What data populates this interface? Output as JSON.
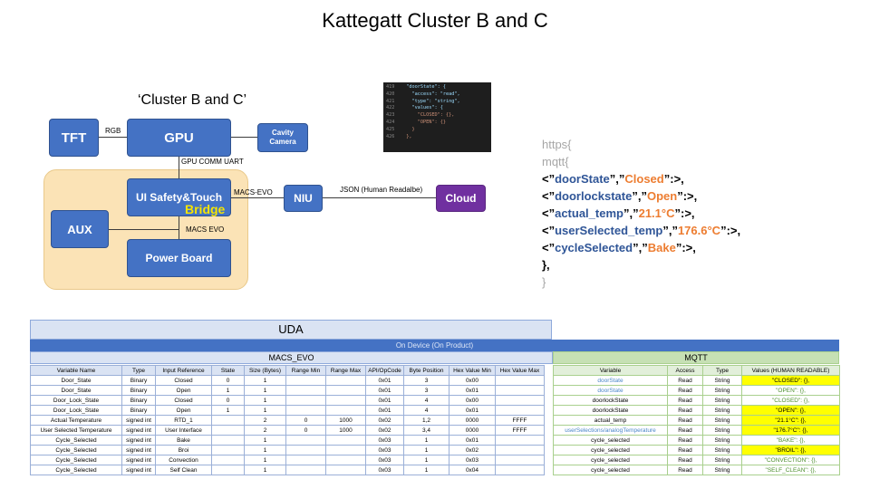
{
  "title": "Kattegatt Cluster B and C",
  "diagram": {
    "cluster_label": "‘Cluster B and C’",
    "blocks": {
      "tft": "TFT",
      "gpu": "GPU",
      "cavity_camera": "Cavity Camera",
      "ui_safety": "UI Safety&Touch",
      "aux": "AUX",
      "power_board": "Power Board",
      "niu": "NIU",
      "cloud": "Cloud"
    },
    "bridge": "Bridge",
    "link_labels": {
      "rgb": "RGB",
      "gpu_comm": "GPU COMM UART",
      "macs_evo_niu": "MACS-EVO",
      "macs_evo_power": "MACS EVO",
      "json": "JSON (Human Readalbe)"
    }
  },
  "code_snippet": [
    {
      "line": "419",
      "text": "  \"doorState\": {"
    },
    {
      "line": "420",
      "text": "    \"access\": \"read\","
    },
    {
      "line": "421",
      "text": "    \"type\": \"string\","
    },
    {
      "line": "422",
      "text": "    \"values\": {"
    },
    {
      "line": "423",
      "text": "      \"CLOSED\": {},"
    },
    {
      "line": "424",
      "text": "      \"OPEN\": {}"
    },
    {
      "line": "425",
      "text": "    }"
    },
    {
      "line": "426",
      "text": "  },"
    }
  ],
  "mqtt_snippet": {
    "https": "https{",
    "mqtt": "mqtt{",
    "lines": [
      {
        "key": "doorState",
        "value": "Closed"
      },
      {
        "key": "doorlockstate",
        "value": "Open"
      },
      {
        "key": "actual_temp",
        "value": "21.1°C"
      },
      {
        "key": "userSelected_temp",
        "value": "176.6°C"
      },
      {
        "key": "cycleSelected",
        "value": "Bake"
      }
    ],
    "close1": "},",
    "close2": "}"
  },
  "table": {
    "uda": "UDA",
    "on_device": "On Device (On Product)",
    "macs_evo": "MACS_EVO",
    "mqtt": "MQTT",
    "left_headers": [
      "Variable Name",
      "Type",
      "Input Reference",
      "State",
      "Size (Bytes)",
      "Range Min",
      "Range Max",
      "API/OpCode",
      "Byte Position",
      "Hex Value Min",
      "Hex Value Max"
    ],
    "right_headers": [
      "Variable",
      "Access",
      "Type",
      "Values (HUMAN READABLE)"
    ],
    "left_rows": [
      [
        "Door_State",
        "Binary",
        "Closed",
        "0",
        "1",
        "",
        "",
        "0x01",
        "3",
        "0x00",
        ""
      ],
      [
        "Door_State",
        "Binary",
        "Open",
        "1",
        "1",
        "",
        "",
        "0x01",
        "3",
        "0x01",
        ""
      ],
      [
        "Door_Lock_State",
        "Binary",
        "Closed",
        "0",
        "1",
        "",
        "",
        "0x01",
        "4",
        "0x00",
        ""
      ],
      [
        "Door_Lock_State",
        "Binary",
        "Open",
        "1",
        "1",
        "",
        "",
        "0x01",
        "4",
        "0x01",
        ""
      ],
      [
        "Actual Temperature",
        "signed int",
        "RTD_1",
        "",
        "2",
        "0",
        "1000",
        "0x02",
        "1,2",
        "0000",
        "FFFF"
      ],
      [
        "User Selected Temperature",
        "signed int",
        "User Interface",
        "",
        "2",
        "0",
        "1000",
        "0x02",
        "3,4",
        "0000",
        "FFFF"
      ],
      [
        "Cycle_Selected",
        "signed int",
        "Bake",
        "",
        "1",
        "",
        "",
        "0x03",
        "1",
        "0x01",
        ""
      ],
      [
        "Cycle_Selected",
        "signed int",
        "Broi",
        "",
        "1",
        "",
        "",
        "0x03",
        "1",
        "0x02",
        ""
      ],
      [
        "Cycle_Selected",
        "signed int",
        "Convection",
        "",
        "1",
        "",
        "",
        "0x03",
        "1",
        "0x03",
        ""
      ],
      [
        "Cycle_Selected",
        "signed int",
        "Self Clean",
        "",
        "1",
        "",
        "",
        "0x03",
        "1",
        "0x04",
        ""
      ]
    ],
    "right_rows": [
      [
        "doorState",
        "Read",
        "String",
        "\"CLOSED\": {},"
      ],
      [
        "doorState",
        "Read",
        "String",
        "\"OPEN\": {},"
      ],
      [
        "doorlockState",
        "Read",
        "String",
        "\"CLOSED\": {},"
      ],
      [
        "doorlockState",
        "Read",
        "String",
        "\"OPEN\": {},"
      ],
      [
        "actual_temp",
        "Read",
        "String",
        "\"21.1°C\": {},"
      ],
      [
        "userSelections/analogTemperature",
        "Read",
        "String",
        "\"176.7°C\": {},"
      ],
      [
        "cycle_selected",
        "Read",
        "String",
        "\"BAKE\": {},"
      ],
      [
        "cycle_selected",
        "Read",
        "String",
        "\"BROIL\": {},"
      ],
      [
        "cycle_selected",
        "Read",
        "String",
        "\"CONVECTION\": {},"
      ],
      [
        "cycle_selected",
        "Read",
        "String",
        "\"SELF_CLEAN\": {},"
      ]
    ],
    "right_styles": {
      "variable_blue_rows": [
        0,
        1,
        5
      ],
      "value_yellow_rows": [
        0,
        3,
        4,
        5,
        7
      ],
      "value_green_rows": [
        1,
        2,
        6,
        8,
        9
      ]
    },
    "colors": {
      "macs_header": "#dae3f3",
      "mqtt_header": "#c6e0b4",
      "on_device": "#4472c4",
      "highlight": "#ffff00"
    }
  }
}
